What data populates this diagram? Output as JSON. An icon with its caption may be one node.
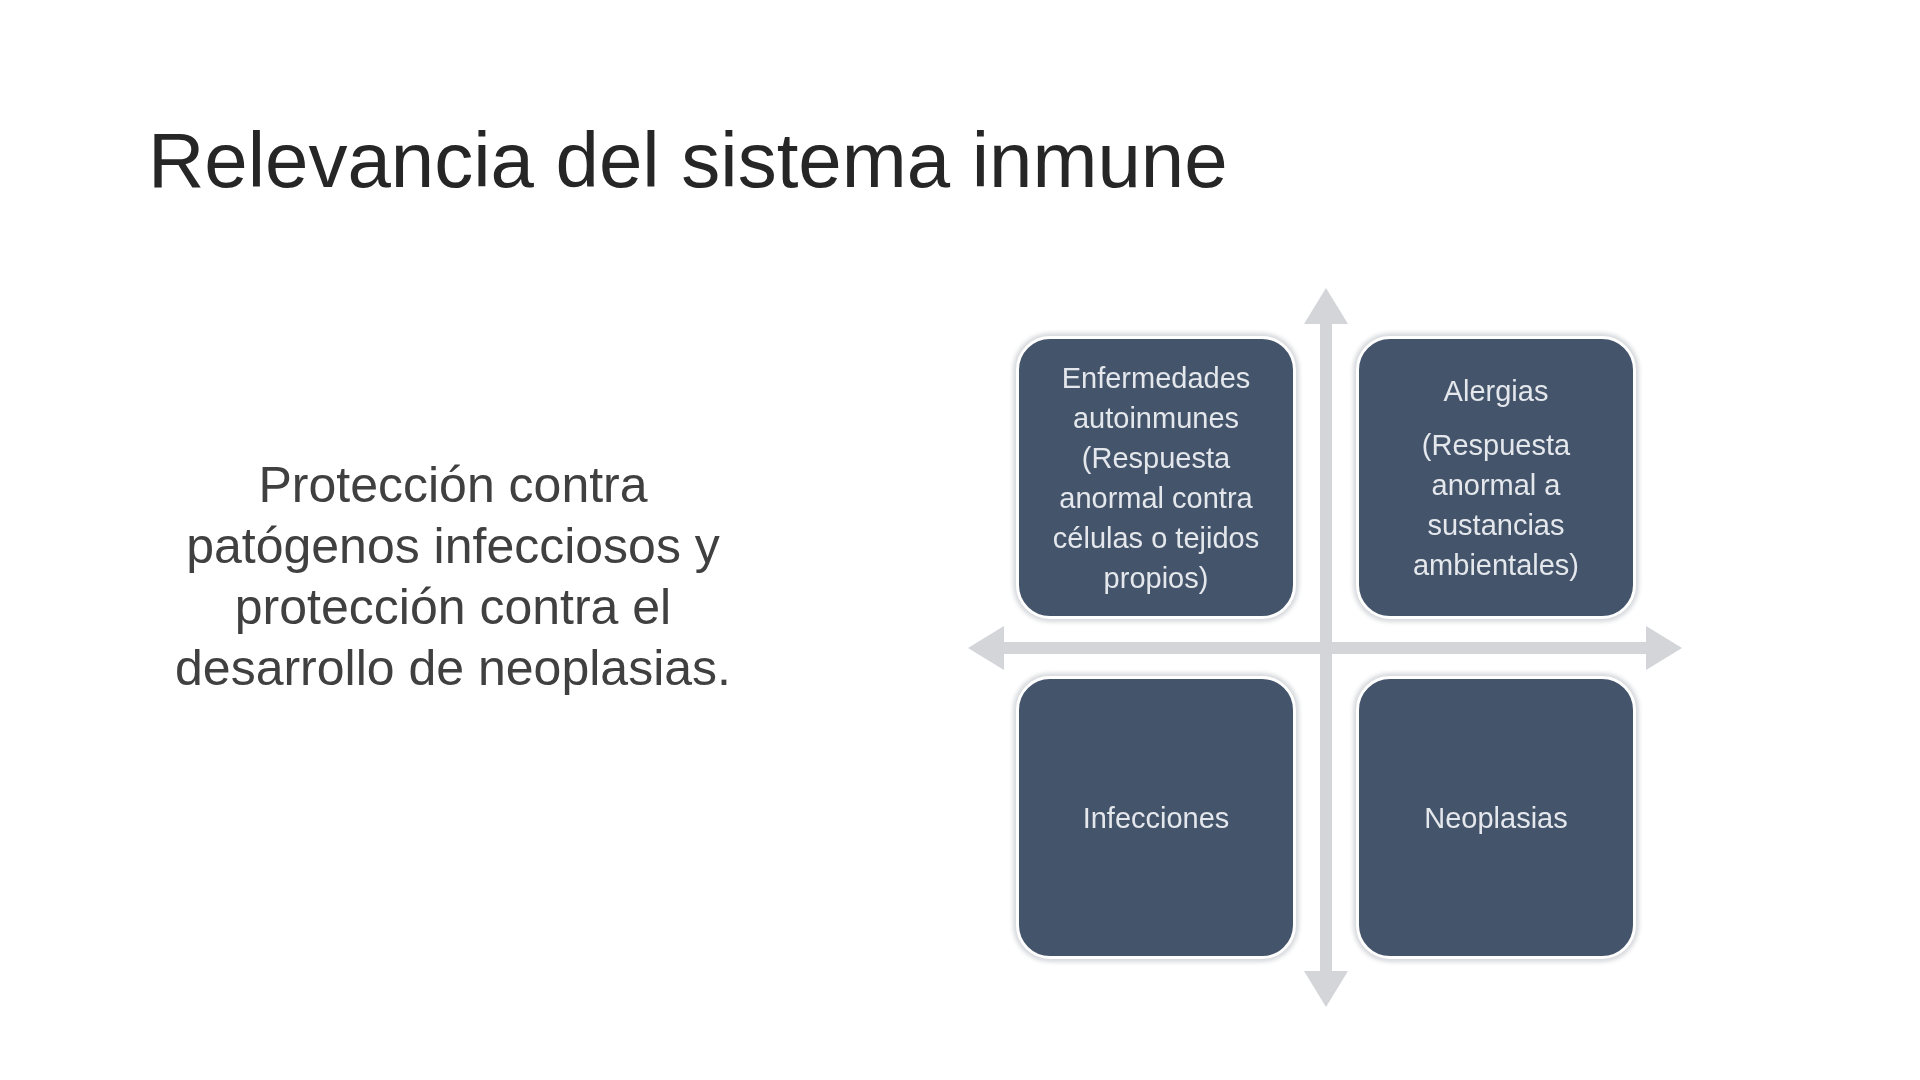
{
  "diagram": {
    "title": "Relevancia del sistema inmune",
    "nodes": [
      {
        "text": [
          "Enfermedades autoinmunes",
          "(Respuesta anormal contra células o tejidos propios)"
        ]
      },
      {
        "text": [
          "Alergias",
          "(Respuesta anormal a sustancias ambientales)"
        ]
      },
      {
        "text": [
          "Infecciones"
        ]
      },
      {
        "text": [
          "Neoplasias"
        ]
      }
    ],
    "labels": [
      "Protección contra patógenos infecciosos y protección contra el desarrollo de neoplasias."
    ]
  }
}
